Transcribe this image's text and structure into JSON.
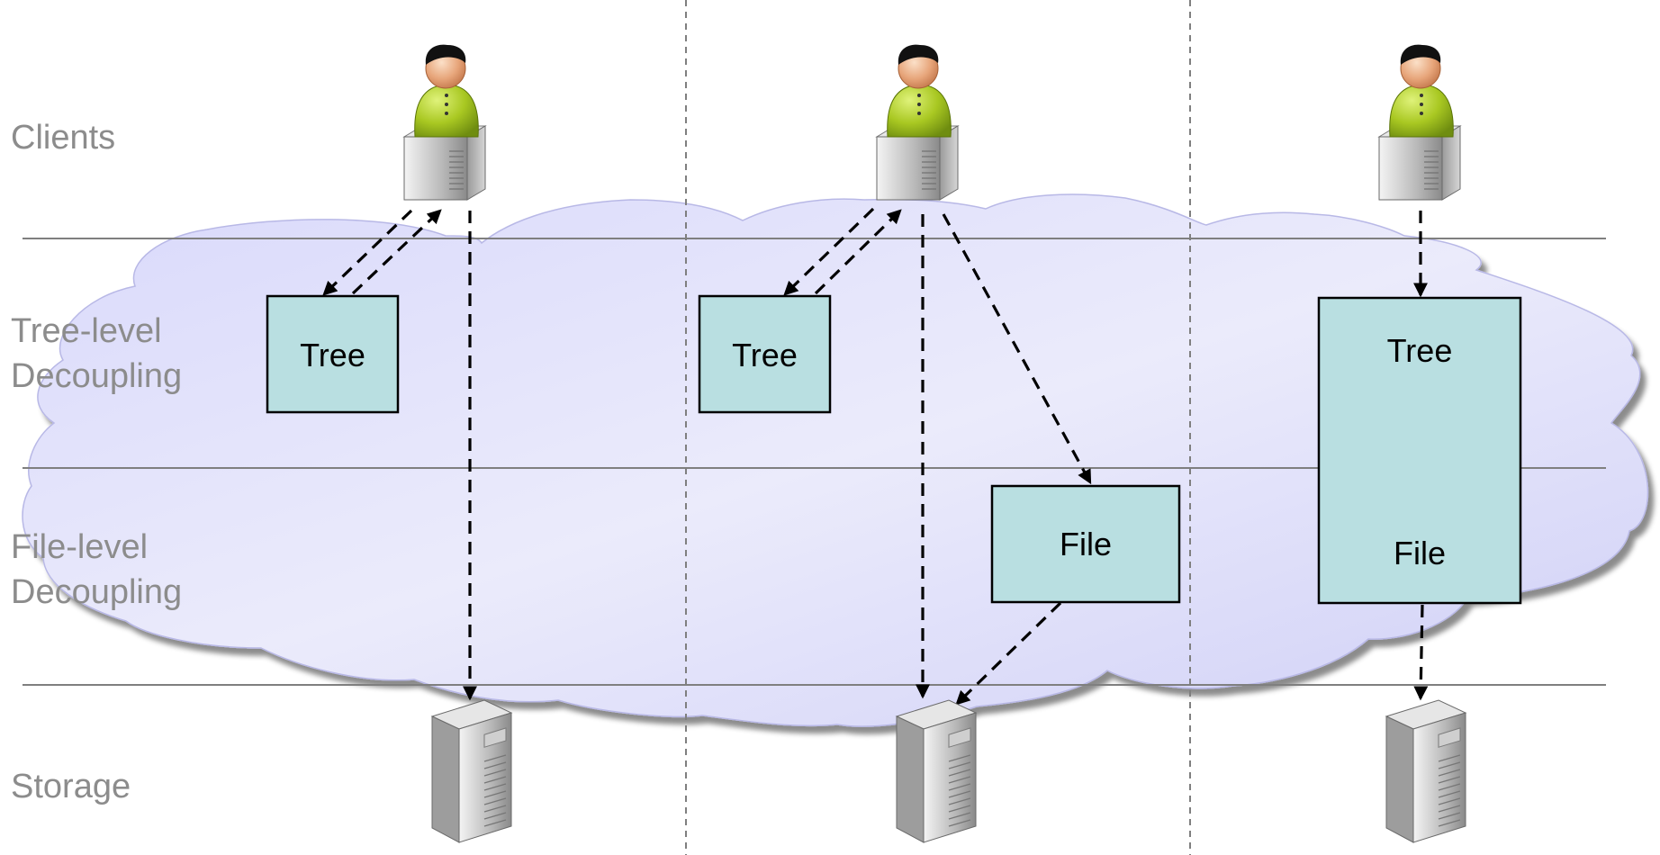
{
  "layers": {
    "clients": "Clients",
    "tree_line1": "Tree-level",
    "tree_line2": "Decoupling",
    "file_line1": "File-level",
    "file_line2": "Decoupling",
    "storage": "Storage"
  },
  "columns": [
    {
      "boxes": [
        {
          "label": "Tree"
        }
      ]
    },
    {
      "boxes": [
        {
          "label": "Tree"
        },
        {
          "label": "File"
        }
      ]
    },
    {
      "boxes": [
        {
          "label_top": "Tree",
          "label_bottom": "File"
        }
      ]
    }
  ],
  "icons": {
    "client": "user-at-computer-icon",
    "storage": "server-tower-icon"
  },
  "colors": {
    "box_fill": "#b9dfe1",
    "cloud_fill": "#dcdcf8",
    "label_gray": "#8c8c8c"
  }
}
